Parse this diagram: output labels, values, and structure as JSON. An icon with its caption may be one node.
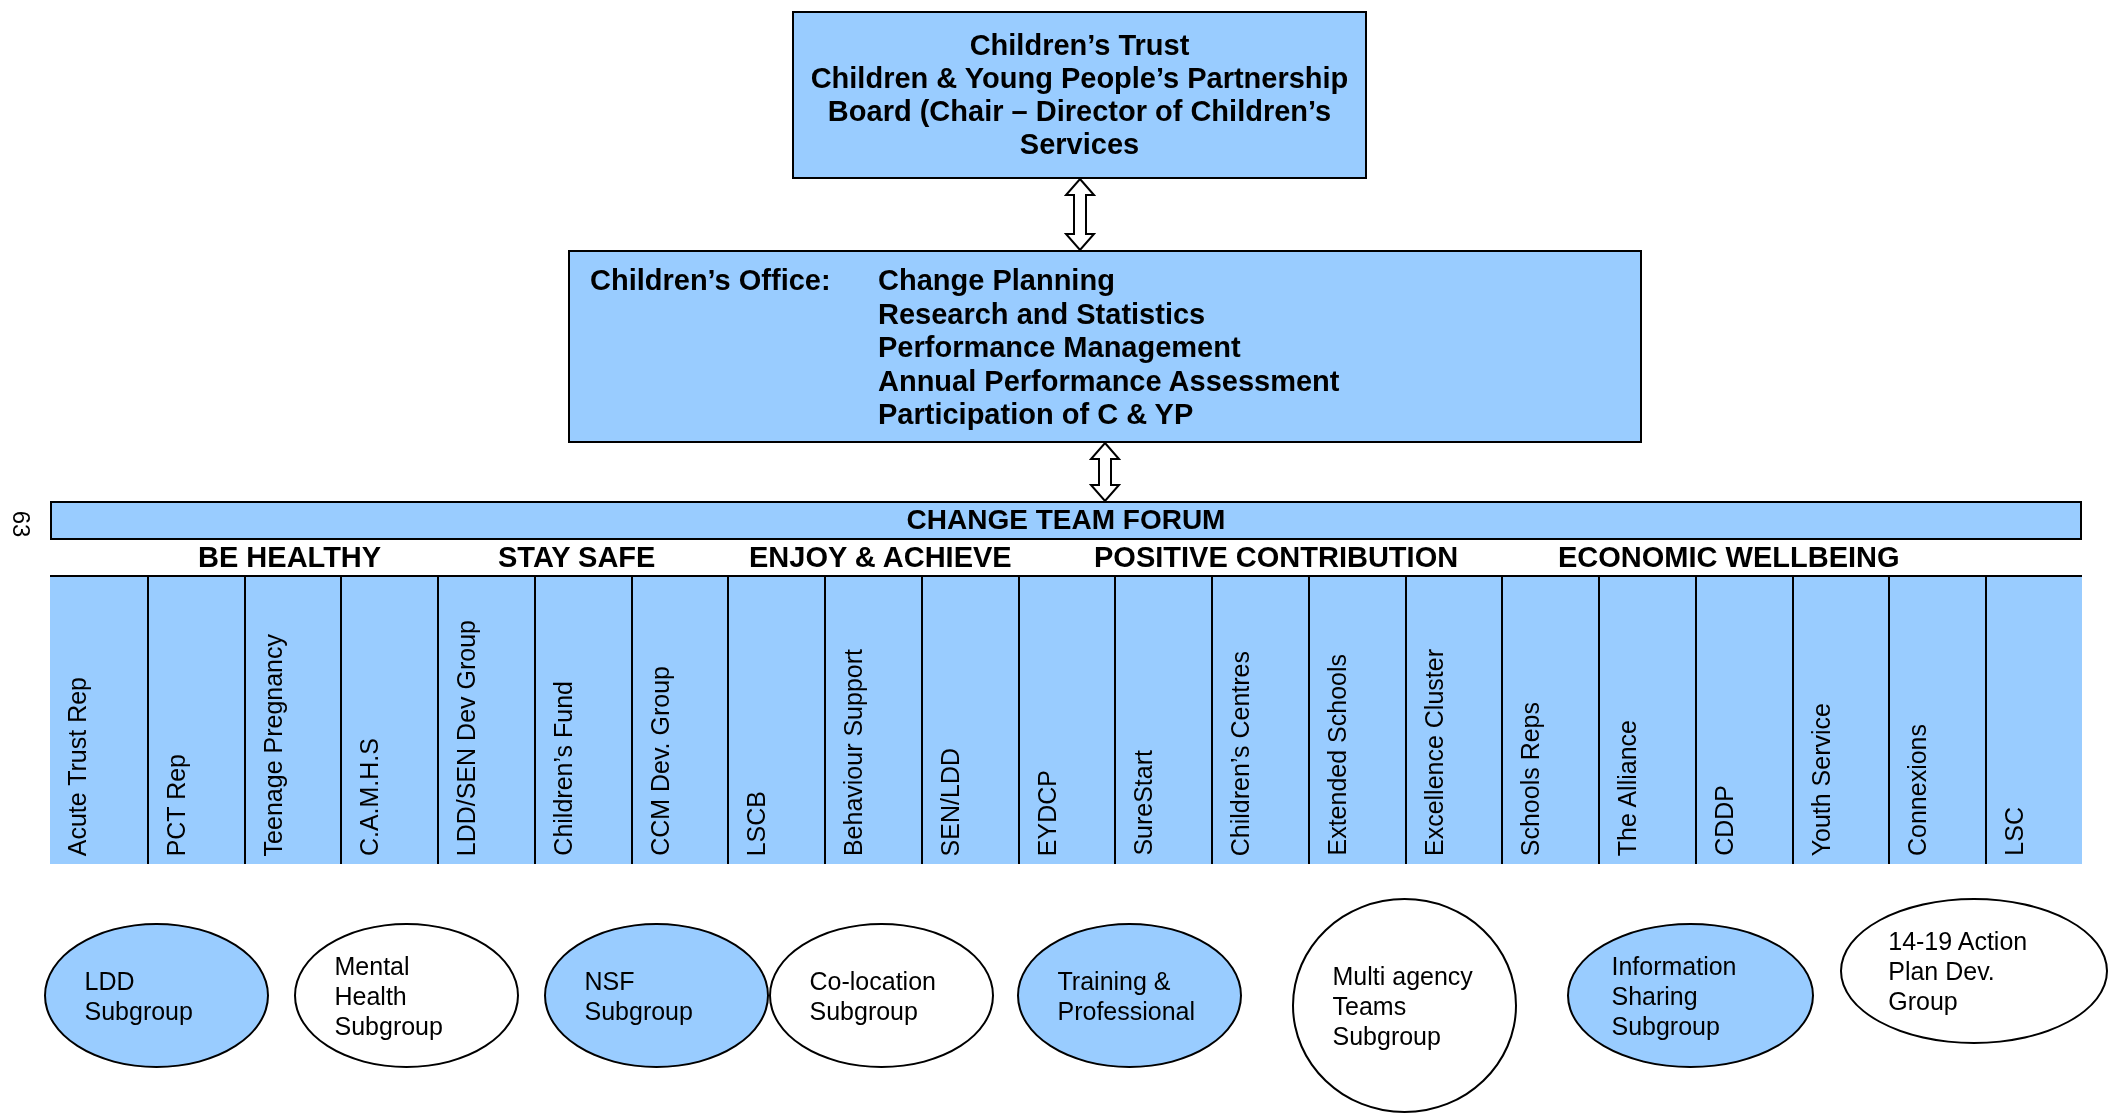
{
  "diagram": {
    "nodes": [
      {
        "text": [
          "Children’s Trust",
          "Children & Young People’s Partnership Board (Chair – Director of Children’s Services"
        ]
      },
      {
        "text": [
          "Children’s Office:",
          "Change Planning",
          "Research and Statistics",
          "Performance Management",
          "Annual Performance Assessment",
          "Participation of C & YP"
        ]
      },
      {
        "text": [
          "CHANGE TEAM FORUM"
        ]
      },
      {
        "text": [
          "BE HEALTHY",
          "STAY SAFE",
          "ENJOY & ACHIEVE",
          "POSITIVE CONTRIBUTION",
          "ECONOMIC WELLBEING"
        ],
        "in": 2
      },
      {
        "text": [
          "Acute Trust Rep"
        ],
        "in": 2
      },
      {
        "text": [
          "PCT Rep"
        ],
        "in": 2
      },
      {
        "text": [
          "Teenage Pregnancy"
        ],
        "in": 2
      },
      {
        "text": [
          "C.A.M.H.S"
        ],
        "in": 2
      },
      {
        "text": [
          "LDD/SEN Dev Group"
        ],
        "in": 2
      },
      {
        "text": [
          "Children’s Fund"
        ],
        "in": 2
      },
      {
        "text": [
          "CCM Dev. Group"
        ],
        "in": 2
      },
      {
        "text": [
          "LSCB"
        ],
        "in": 2
      },
      {
        "text": [
          "Behaviour Support"
        ],
        "in": 2
      },
      {
        "text": [
          "SEN/LDD"
        ],
        "in": 2
      },
      {
        "text": [
          "EYDCP"
        ],
        "in": 2
      },
      {
        "text": [
          "SureStart"
        ],
        "in": 2
      },
      {
        "text": [
          "Children’s Centres"
        ],
        "in": 2
      },
      {
        "text": [
          "Extended Schools"
        ],
        "in": 2
      },
      {
        "text": [
          "Excellence Cluster"
        ],
        "in": 2
      },
      {
        "text": [
          "Schools Reps"
        ],
        "in": 2
      },
      {
        "text": [
          "The Alliance"
        ],
        "in": 2
      },
      {
        "text": [
          "CDDP"
        ],
        "in": 2
      },
      {
        "text": [
          "Youth Service"
        ],
        "in": 2
      },
      {
        "text": [
          "Connexions"
        ],
        "in": 2
      },
      {
        "text": [
          "LSC"
        ],
        "in": 2
      },
      {
        "text": [
          "LDD Subgroup"
        ]
      },
      {
        "text": [
          "Mental Health Subgroup"
        ]
      },
      {
        "text": [
          "NSF Subgroup"
        ]
      },
      {
        "text": [
          "Co-location Subgroup"
        ]
      },
      {
        "text": [
          "Training & Professional"
        ]
      },
      {
        "text": [
          "Multi agency Teams Subgroup"
        ]
      },
      {
        "text": [
          "Information Sharing Subgroup"
        ]
      },
      {
        "text": [
          "14-19 Action Plan Dev. Group"
        ]
      }
    ],
    "edges": [
      {
        "from": 0,
        "to": 1,
        "arrow": "both"
      },
      {
        "from": 1,
        "to": 2,
        "arrow": "both"
      }
    ],
    "labels": [
      "63"
    ]
  }
}
